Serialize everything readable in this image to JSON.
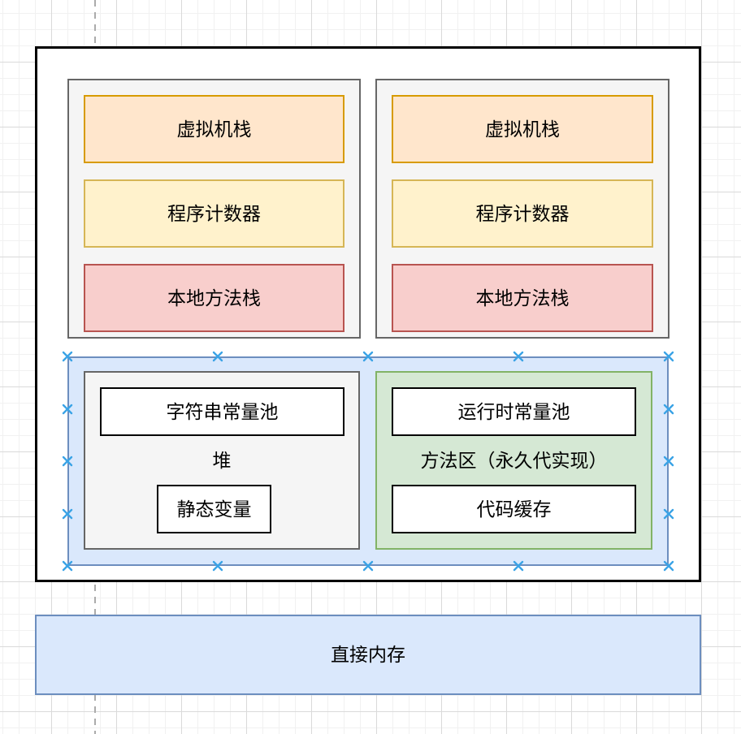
{
  "canvas": {
    "background_color": "#ffffff",
    "grid_minor_color": "#f1f1f1",
    "grid_major_color": "#dadada",
    "page_break_color": "#ababab"
  },
  "selection": {
    "marker_color": "#3aa3e6",
    "marker_icon": "x-cross"
  },
  "jvm_memory": {
    "thread_groups": [
      {
        "boxes": [
          {
            "label": "虚拟机栈",
            "fill": "#ffe6cc",
            "stroke": "#d79b00"
          },
          {
            "label": "程序计数器",
            "fill": "#fff2cc",
            "stroke": "#d6b656"
          },
          {
            "label": "本地方法栈",
            "fill": "#f8cecc",
            "stroke": "#b85450"
          }
        ],
        "fill": "#f5f5f5",
        "stroke": "#666666"
      },
      {
        "boxes": [
          {
            "label": "虚拟机栈",
            "fill": "#ffe6cc",
            "stroke": "#d79b00"
          },
          {
            "label": "程序计数器",
            "fill": "#fff2cc",
            "stroke": "#d6b656"
          },
          {
            "label": "本地方法栈",
            "fill": "#f8cecc",
            "stroke": "#b85450"
          }
        ],
        "fill": "#f5f5f5",
        "stroke": "#666666"
      }
    ],
    "runtime_area": {
      "fill": "#dae8fc",
      "stroke": "#6c8ebf",
      "heap": {
        "label": "堆",
        "string_constant_pool": "字符串常量池",
        "static_variables": "静态变量",
        "fill": "#f5f5f5",
        "stroke": "#666666"
      },
      "method_area": {
        "label": "方法区（永久代实现）",
        "runtime_constant_pool": "运行时常量池",
        "code_cache": "代码缓存",
        "fill": "#d5e8d4",
        "stroke": "#82b366"
      }
    },
    "direct_memory": {
      "label": "直接内存",
      "fill": "#dae8fc",
      "stroke": "#6c8ebf"
    }
  }
}
